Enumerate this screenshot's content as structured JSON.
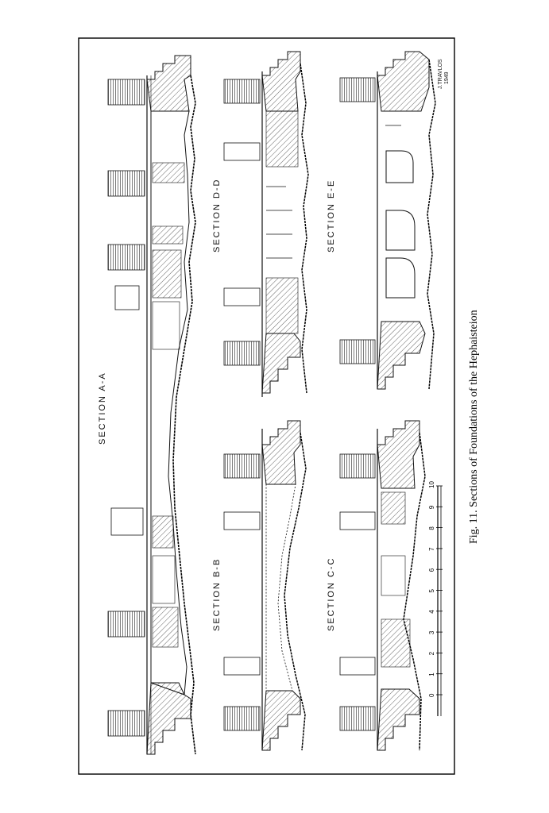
{
  "caption": "Fig. 11. Sections of Foundations of the Hephaisteion",
  "sections": [
    {
      "id": "A-A",
      "label": "SECTION A-A"
    },
    {
      "id": "B-B",
      "label": "SECTION B-B"
    },
    {
      "id": "C-C",
      "label": "SECTION C-C"
    },
    {
      "id": "D-D",
      "label": "SECTION D-D"
    },
    {
      "id": "E-E",
      "label": "SECTION E-E"
    }
  ],
  "signature": [
    "J.TRAVLOS",
    "1949"
  ],
  "scale": {
    "ticks": [
      "0",
      "1",
      "2",
      "3",
      "4",
      "5",
      "6",
      "7",
      "8",
      "9",
      "10"
    ]
  },
  "ink_color": "#1a1a1a"
}
